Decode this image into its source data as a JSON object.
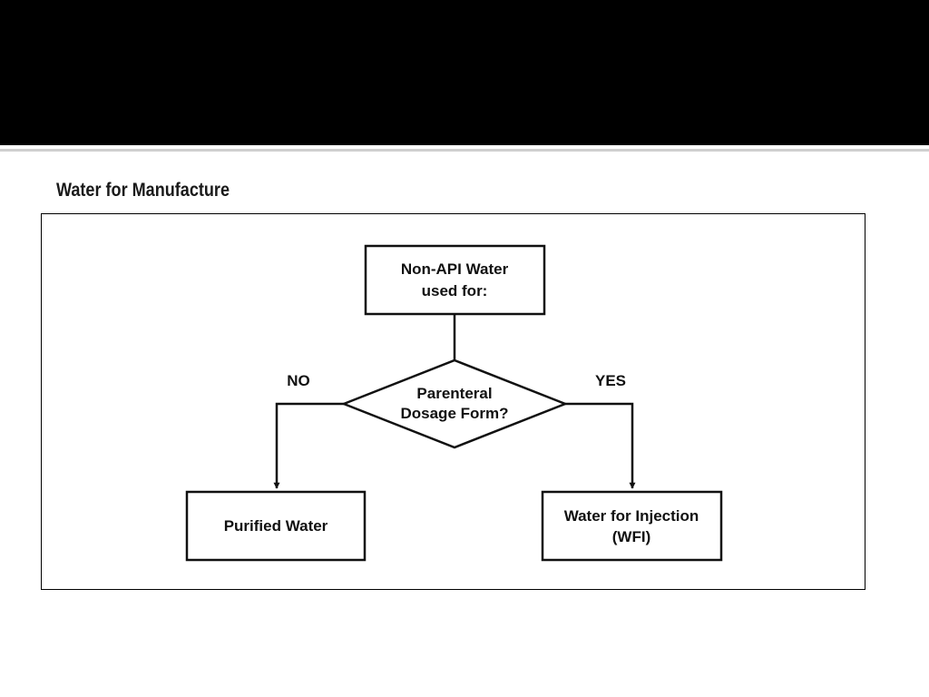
{
  "figure": {
    "title": "Water for Manufacture"
  },
  "flowchart": {
    "start_box": {
      "line1": "Non-API Water",
      "line2": "used for:"
    },
    "decision": {
      "line1": "Parenteral",
      "line2": "Dosage Form?"
    },
    "no_label": "NO",
    "yes_label": "YES",
    "no_box": {
      "line1": "Purified Water"
    },
    "yes_box": {
      "line1": "Water for Injection",
      "line2": "(WFI)"
    }
  },
  "colors": {
    "band": "#000000",
    "rule": "#cfcfcf",
    "ink": "#111111"
  }
}
